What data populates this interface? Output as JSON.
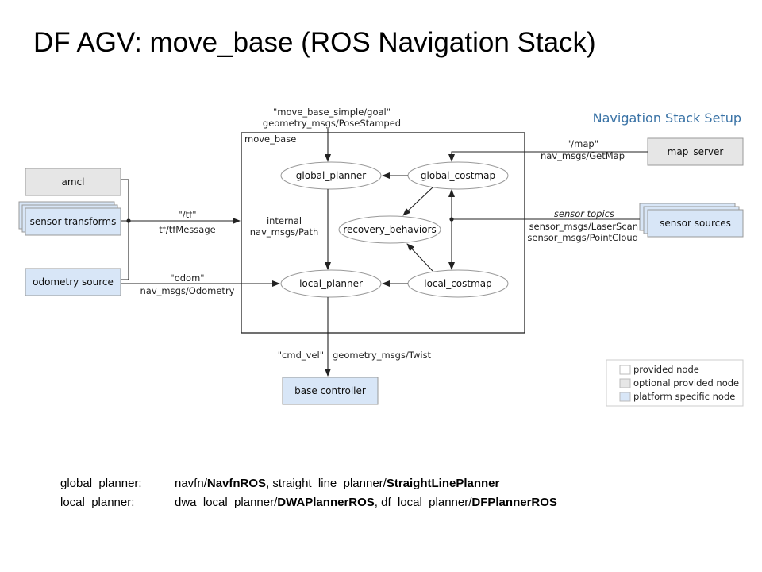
{
  "title": "DF AGV: move_base (ROS Navigation Stack)",
  "diagram": {
    "setup_title": "Navigation Stack Setup",
    "container_label": "move_base",
    "nodes": {
      "amcl": "amcl",
      "sensor_transforms": "sensor transforms",
      "odometry_source": "odometry source",
      "map_server": "map_server",
      "sensor_sources": "sensor sources",
      "base_controller": "base controller",
      "global_planner": "global_planner",
      "global_costmap": "global_costmap",
      "recovery_behaviors": "recovery_behaviors",
      "local_planner": "local_planner",
      "local_costmap": "local_costmap"
    },
    "edge_labels": {
      "goal_topic": "\"move_base_simple/goal\"",
      "goal_type": "geometry_msgs/PoseStamped",
      "map_topic": "\"/map\"",
      "map_type": "nav_msgs/GetMap",
      "tf_topic": "\"/tf\"",
      "tf_type": "tf/tfMessage",
      "odom_topic": "\"odom\"",
      "odom_type": "nav_msgs/Odometry",
      "internal_1": "internal",
      "internal_2": "nav_msgs/Path",
      "sensor_topics": "sensor topics",
      "laserscan": "sensor_msgs/LaserScan",
      "pointcloud": "sensor_msgs/PointCloud",
      "cmd_vel_topic": "\"cmd_vel\"",
      "cmd_vel_type": "geometry_msgs/Twist"
    },
    "legend": {
      "provided": "provided node",
      "optional": "optional provided node",
      "platform": "platform specific node"
    },
    "colors": {
      "provided": "#ffffff",
      "optional": "#e6e6e6",
      "platform": "#d8e6f7",
      "stroke": "#999999",
      "line": "#222222",
      "accent_title": "#3a73a6"
    }
  },
  "footer": {
    "global_key": "global_planner:",
    "global_parts": [
      {
        "text": "navfn/",
        "bold": false
      },
      {
        "text": "NavfnROS",
        "bold": true
      },
      {
        "text": ", straight_line_planner/",
        "bold": false
      },
      {
        "text": "StraightLinePlanner",
        "bold": true
      }
    ],
    "local_key": "local_planner:",
    "local_parts": [
      {
        "text": "dwa_local_planner/",
        "bold": false
      },
      {
        "text": "DWAPlannerROS",
        "bold": true
      },
      {
        "text": ", df_local_planner/",
        "bold": false
      },
      {
        "text": "DFPlannerROS",
        "bold": true
      }
    ]
  }
}
